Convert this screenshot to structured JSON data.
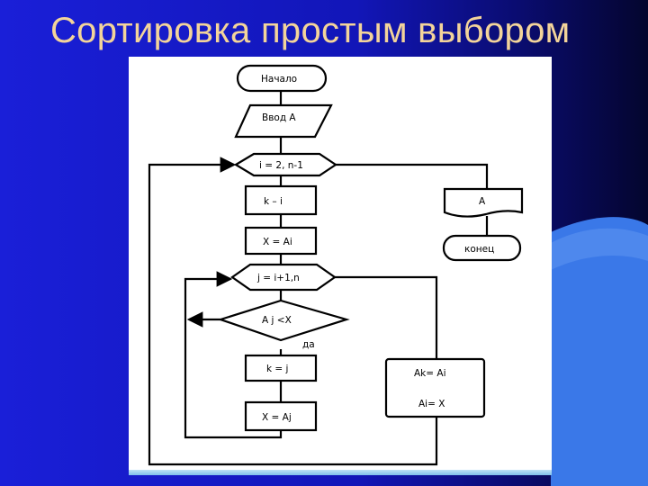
{
  "slide": {
    "title": "Сортировка простым выбором",
    "colors": {
      "background_start": "#1a1fd8",
      "background_end": "#04052e",
      "title": "#f3d49a",
      "panel": "#ffffff",
      "accent_shape": "#3a78e8"
    }
  },
  "flowchart": {
    "start": "Начало",
    "input": "Ввод A",
    "outer_loop": "i = 2, n-1",
    "assign_k": "k – i",
    "assign_x": "X = Ai",
    "inner_loop": "j = i+1,n",
    "condition": "A j <X",
    "condition_yes": "да",
    "assign_kj": "k = j",
    "assign_xaj": "X  = Aj",
    "swap_first": "Ak= Ai",
    "swap_second": "Ai= X",
    "output": "A",
    "end": "конец"
  }
}
